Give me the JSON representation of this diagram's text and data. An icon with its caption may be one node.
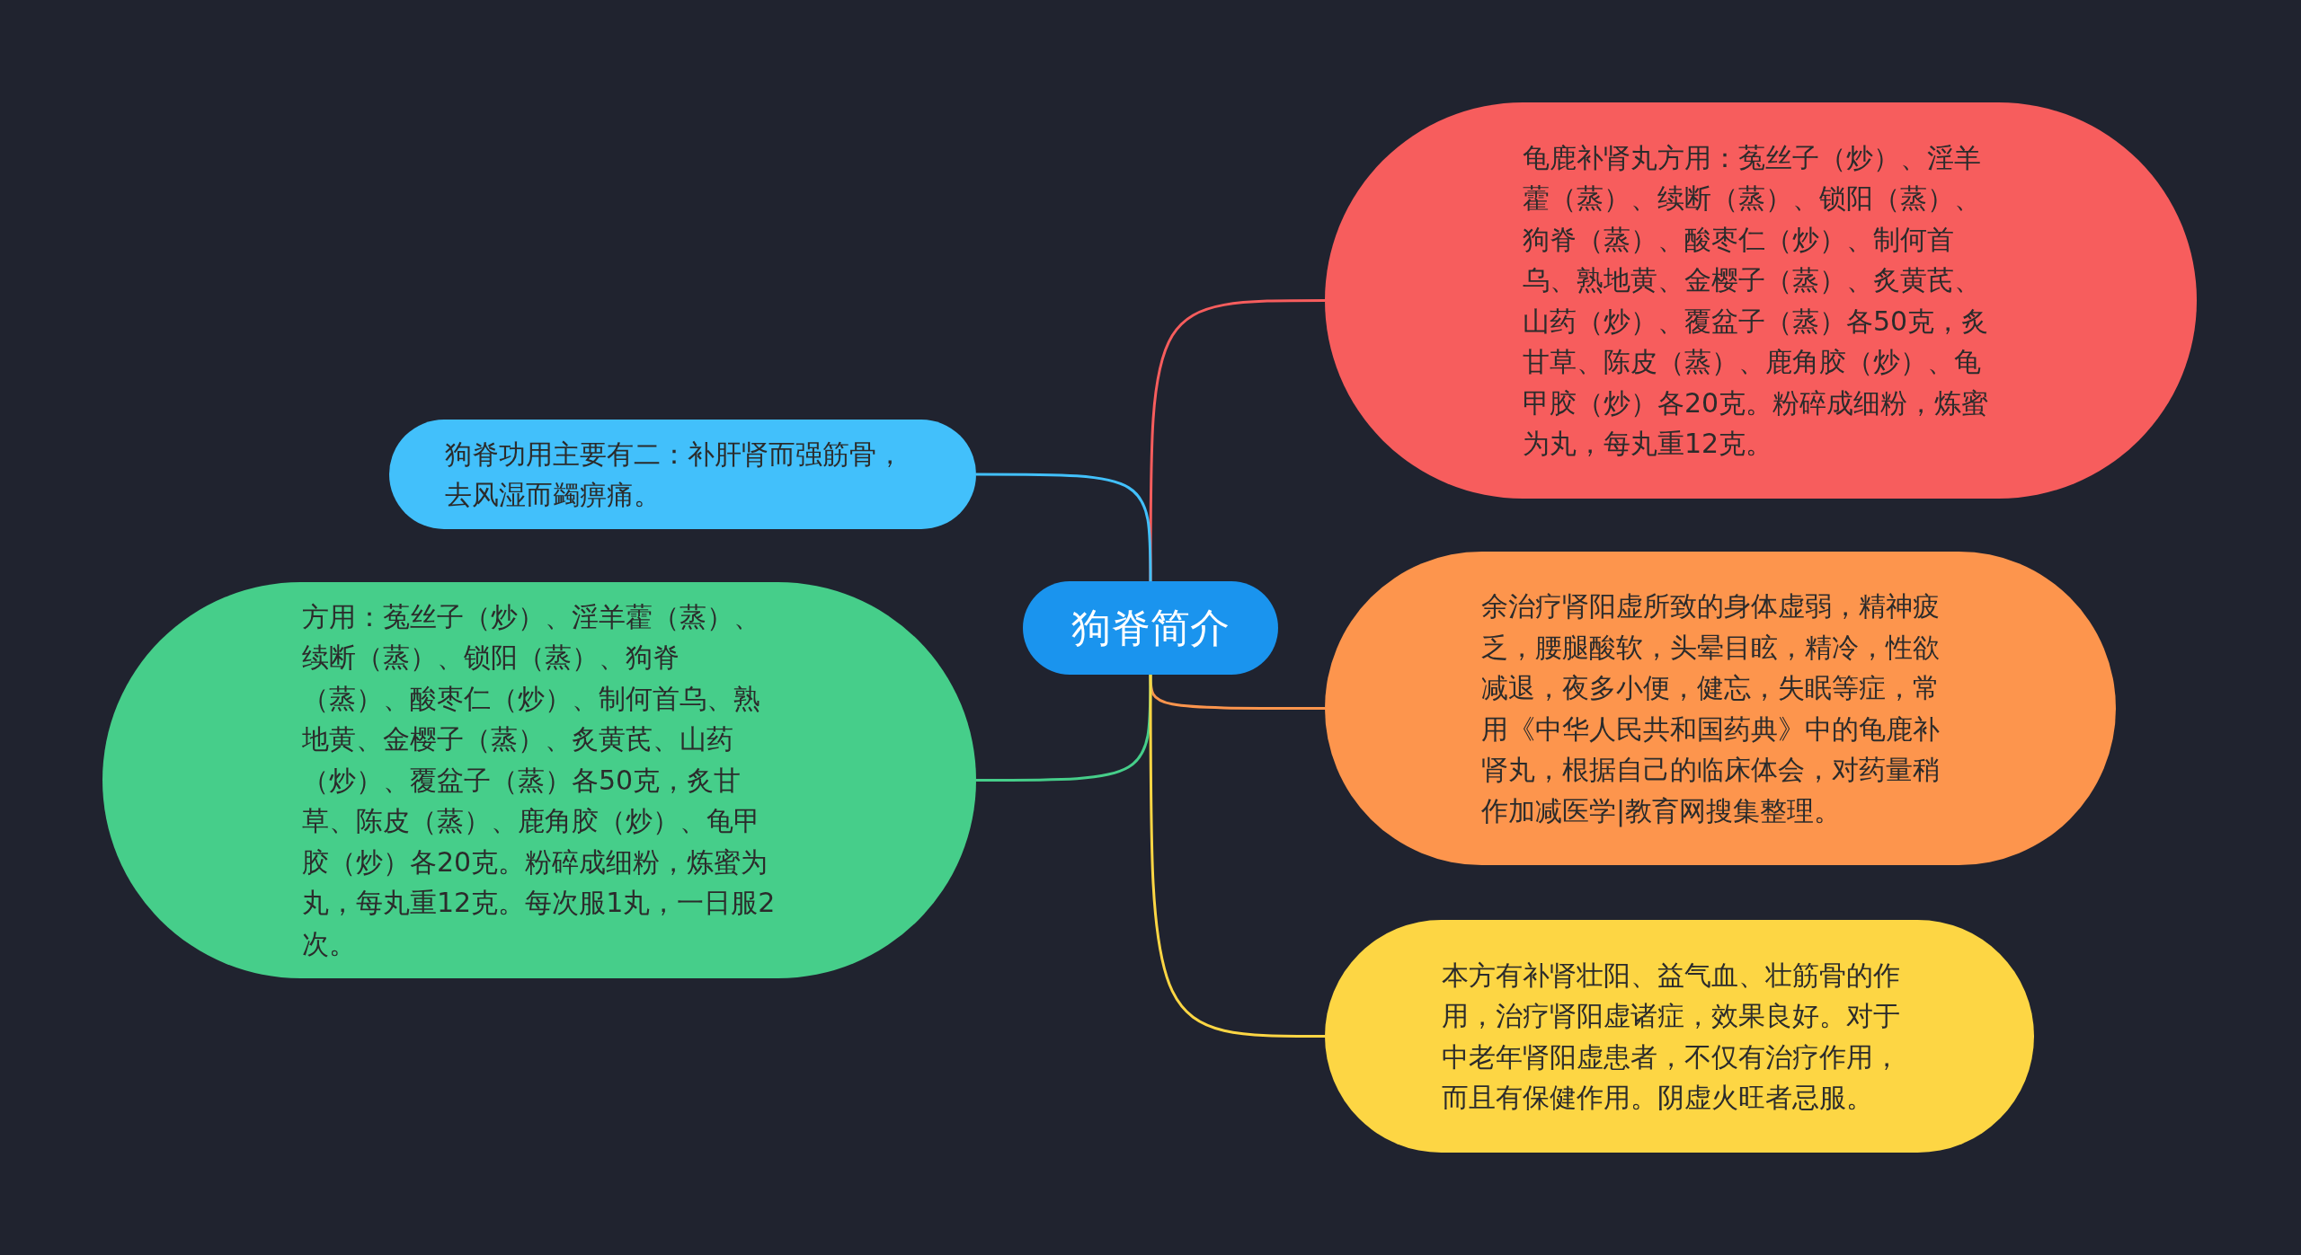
{
  "diagram": {
    "nodes": [
      {
        "text": [
          "狗脊简介"
        ]
      },
      {
        "text": [
          "龟鹿补肾丸方用：菟丝子（炒）、淫羊藿（蒸）、续断（蒸）、锁阳（蒸）、狗脊（蒸）、酸枣仁（炒）、制何首乌、熟地黄、金樱子（蒸）、炙黄芪、山药（炒）、覆盆子（蒸）各50克，炙甘草、陈皮（蒸）、鹿角胶（炒）、龟甲胶（炒）各20克。粉碎成细粉，炼蜜为丸，每丸重12克。"
        ]
      },
      {
        "text": [
          "狗脊功用主要有二：补肝肾而强筋骨，去风湿而蠲痹痛。"
        ]
      },
      {
        "text": [
          "余治疗肾阳虚所致的身体虚弱，精神疲乏，腰腿酸软，头晕目眩，精冷，性欲减退，夜多小便，健忘，失眠等症，常用《中华人民共和国药典》中的龟鹿补肾丸，根据自己的临床体会，对药量稍作加减医学|教育网搜集整理。"
        ]
      },
      {
        "text": [
          "方用：菟丝子（炒）、淫羊藿（蒸）、续断（蒸）、锁阳（蒸）、狗脊（蒸）、酸枣仁（炒）、制何首乌、熟地黄、金樱子（蒸）、炙黄芪、山药（炒）、覆盆子（蒸）各50克，炙甘草、陈皮（蒸）、鹿角胶（炒）、龟甲胶（炒）各20克。粉碎成细粉，炼蜜为丸，每丸重12克。每次服1丸，一日服2次。"
        ]
      },
      {
        "text": [
          "本方有补肾壮阳、益气血、壮筋骨的作用，治疗肾阳虚诸症，效果良好。对于中老年肾阳虚患者，不仅有治疗作用，而且有保健作用。阴虚火旺者忌服。"
        ]
      }
    ],
    "edges": [
      {
        "from": 0,
        "to": 1,
        "arrow": "none",
        "color": "#f75d5d"
      },
      {
        "from": 0,
        "to": 2,
        "arrow": "none",
        "color": "#42c0fb"
      },
      {
        "from": 0,
        "to": 3,
        "arrow": "none",
        "color": "#fd954d"
      },
      {
        "from": 0,
        "to": 4,
        "arrow": "none",
        "color": "#46ce8a"
      },
      {
        "from": 0,
        "to": 5,
        "arrow": "none",
        "color": "#fdd644"
      }
    ]
  }
}
